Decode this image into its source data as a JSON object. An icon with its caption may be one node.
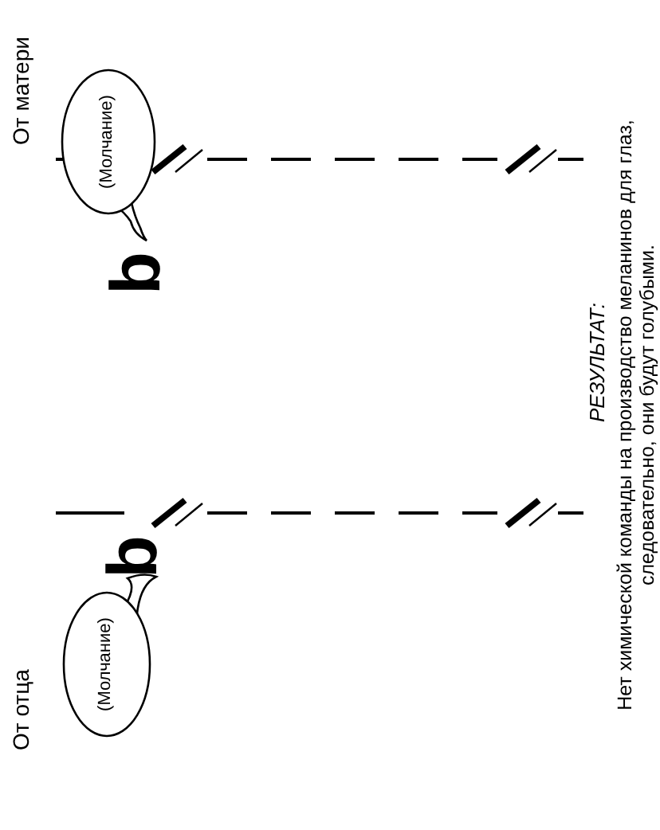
{
  "diagram": {
    "nodes": [
      {
        "text": [
          "(Молчание)"
        ]
      },
      {
        "text": [
          "(Молчание)"
        ]
      }
    ],
    "labels": [
      "От отца",
      "От матери",
      "b",
      "b",
      "РЕЗУЛЬТАТ:",
      "Нет химической команды на производство меланинов для глаз, следовательно, они будут голубыми."
    ]
  }
}
